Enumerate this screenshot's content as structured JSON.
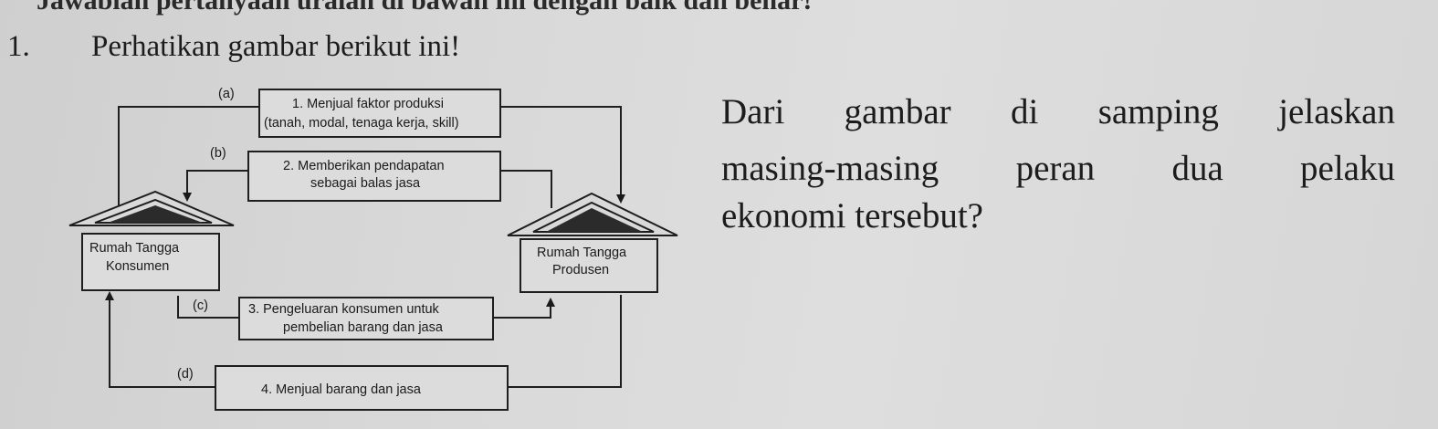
{
  "header": {
    "instruction": "Jawablah pertanyaan uraian di bawah ini dengan baik dan benar!"
  },
  "question": {
    "number": "1.",
    "title": "Perhatikan gambar berikut ini!",
    "text_lines": [
      [
        "Dari",
        "gambar",
        "di",
        "samping",
        "jelaskan"
      ],
      [
        "masing-masing",
        "peran",
        "dua",
        "pelaku"
      ],
      [
        "ekonomi tersebut?"
      ]
    ]
  },
  "diagram": {
    "houses": {
      "left": {
        "line1": "Rumah Tangga",
        "line2": "Konsumen"
      },
      "right": {
        "line1": "Rumah Tangga",
        "line2": "Produsen"
      }
    },
    "flows": [
      {
        "letter": "(a)",
        "line1": "1. Menjual faktor produksi",
        "line2": "(tanah, modal, tenaga kerja, skill)"
      },
      {
        "letter": "(b)",
        "line1": "2. Memberikan pendapatan",
        "line2": "sebagai balas jasa"
      },
      {
        "letter": "(c)",
        "line1": "3. Pengeluaran konsumen untuk",
        "line2": "pembelian barang dan jasa"
      },
      {
        "letter": "(d)",
        "line1": "4. Menjual barang dan jasa"
      }
    ]
  }
}
